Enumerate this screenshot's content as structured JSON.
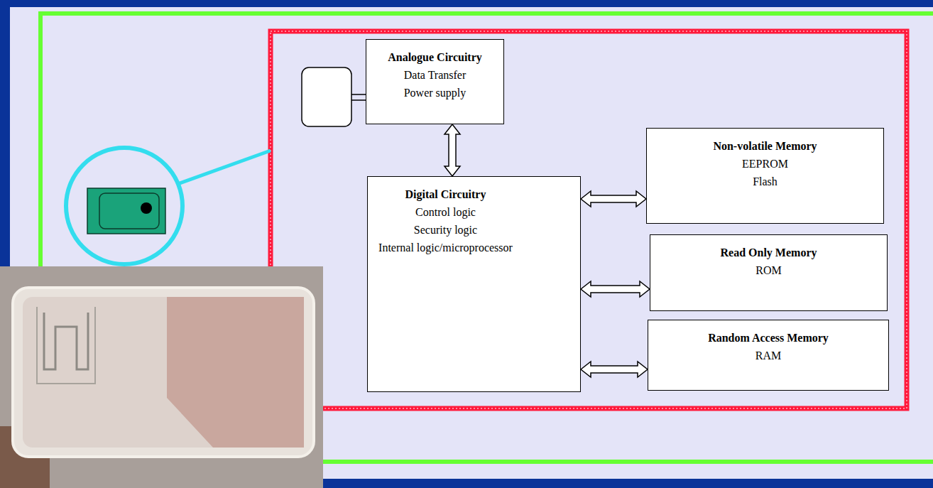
{
  "diagram": {
    "nodes": [
      {
        "text": [
          "Analogue Circuitry",
          "Data Transfer",
          "Power supply"
        ]
      },
      {
        "text": [
          "Digital Circuitry",
          "Control logic",
          "Security logic",
          "Internal logic/microprocessor"
        ]
      },
      {
        "text": [
          "Non-volatile Memory",
          "EEPROM",
          "Flash"
        ]
      },
      {
        "text": [
          "Read Only Memory",
          "ROM"
        ]
      },
      {
        "text": [
          "Random Access Memory",
          "RAM"
        ]
      }
    ],
    "edges": [
      {
        "from": 0,
        "to": 1,
        "arrow": "both"
      },
      {
        "from": 1,
        "to": 2,
        "arrow": "both"
      },
      {
        "from": 1,
        "to": 3,
        "arrow": "both"
      },
      {
        "from": 1,
        "to": 4,
        "arrow": "both"
      }
    ]
  }
}
